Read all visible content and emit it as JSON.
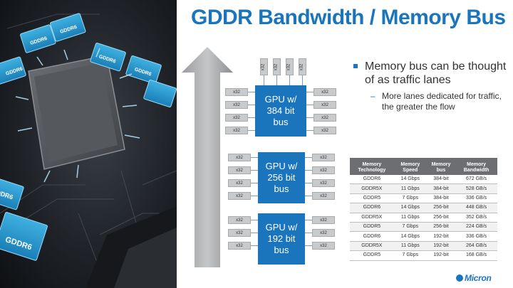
{
  "title": "GDDR Bandwidth / Memory Bus",
  "photo": {
    "chip_label": "GDDR6"
  },
  "diagrams": {
    "lane_label": "x32",
    "gpu384": [
      "GPU w/",
      "384 bit",
      "bus"
    ],
    "gpu256": [
      "GPU w/",
      "256 bit",
      "bus"
    ],
    "gpu192": [
      "GPU w/",
      "192 bit",
      "bus"
    ]
  },
  "bullets": {
    "main": "Memory bus can be thought of as traffic lanes",
    "sub": "More lanes dedicated for traffic, the greater the flow"
  },
  "table": {
    "headers": [
      "Memory Technology",
      "Memory Speed",
      "Memory bus",
      "Memory Bandwidth"
    ],
    "rows": [
      [
        "GDDR6",
        "14 Gbps",
        "384-bit",
        "672 GB/s"
      ],
      [
        "GDDR5X",
        "11 Gbps",
        "384-bit",
        "528 GB/s"
      ],
      [
        "GDDR5",
        "7 Gbps",
        "384-bit",
        "336 GB/s"
      ],
      [
        "GDDR6",
        "14 Gbps",
        "256-bit",
        "448 GB/s"
      ],
      [
        "GDDR5X",
        "11 Gbps",
        "256-bit",
        "352 GB/s"
      ],
      [
        "GDDR5",
        "7 Gbps",
        "256-bit",
        "224 GB/s"
      ],
      [
        "GDDR6",
        "14 Gbps",
        "192-bit",
        "336 GB/s"
      ],
      [
        "GDDR5X",
        "11 Gbps",
        "192-bit",
        "264 GB/s"
      ],
      [
        "GDDR5",
        "7 Gbps",
        "192-bit",
        "168 GB/s"
      ]
    ]
  },
  "logo": {
    "text": "Micron"
  },
  "colors": {
    "accent": "#1b75bc",
    "lane": "#c9cacc",
    "table_header": "#6d6e71"
  }
}
